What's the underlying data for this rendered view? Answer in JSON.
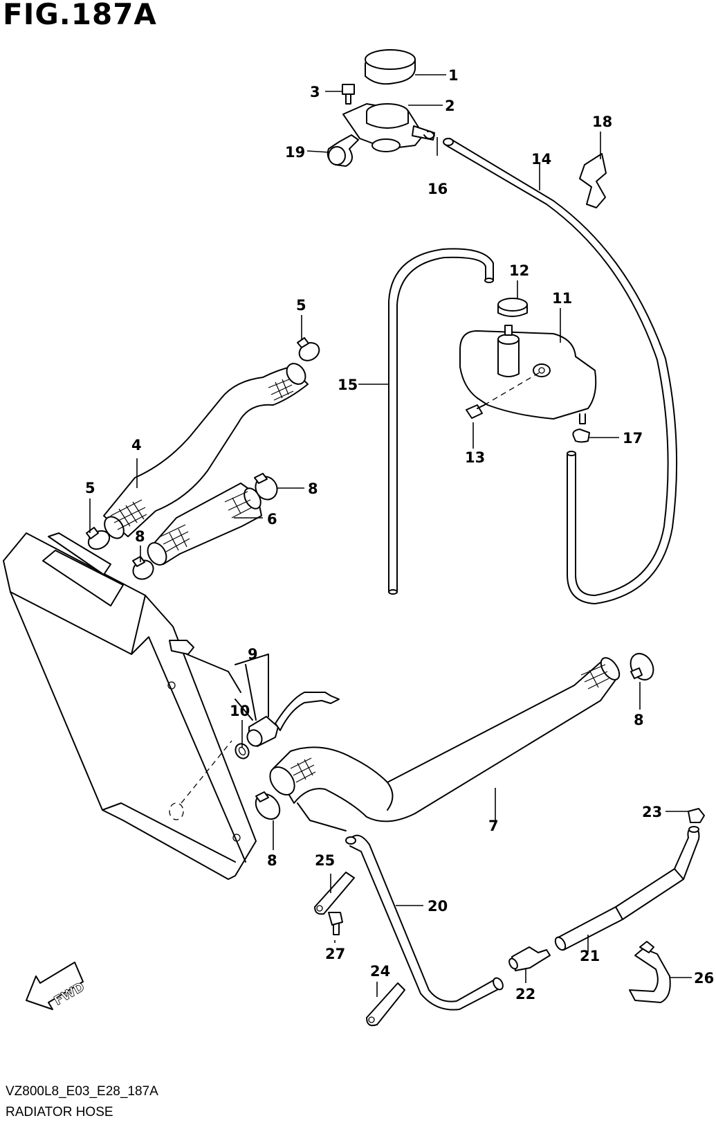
{
  "figure": {
    "title": "FIG.187A",
    "code": "VZ800L8_E03_E28_187A",
    "name": "RADIATOR HOSE"
  },
  "fwd_label": "FWD",
  "callouts": {
    "c1": "1",
    "c2": "2",
    "c3": "3",
    "c4": "4",
    "c5a": "5",
    "c5b": "5",
    "c6": "6",
    "c7": "7",
    "c8a": "8",
    "c8b": "8",
    "c8c": "8",
    "c8d": "8",
    "c9": "9",
    "c10": "10",
    "c11": "11",
    "c12": "12",
    "c13": "13",
    "c14": "14",
    "c15": "15",
    "c16": "16",
    "c17": "17",
    "c18": "18",
    "c19": "19",
    "c20": "20",
    "c21": "21",
    "c22": "22",
    "c23": "23",
    "c24": "24",
    "c25": "25",
    "c26": "26",
    "c27": "27"
  }
}
